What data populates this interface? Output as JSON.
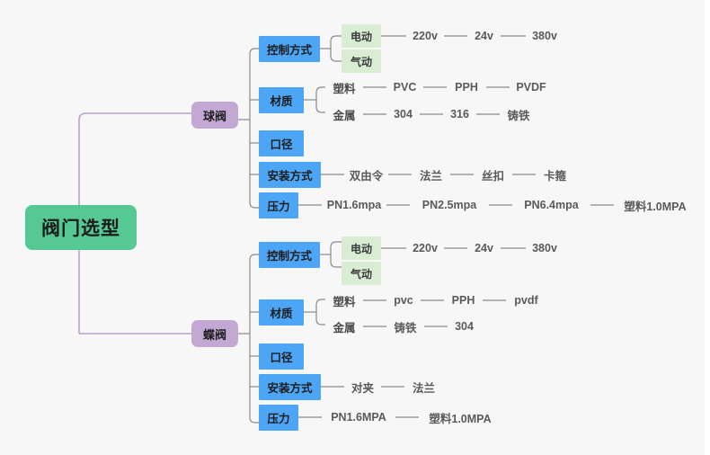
{
  "diagram": {
    "title": "阀门选型",
    "type": "mind-map",
    "colors": {
      "background": "#f7f7f7",
      "root": "#55c894",
      "branch": "#c3a8d4",
      "category": "#4da6f5",
      "leaf": "#d9ecd4",
      "wire": "#8a8a8a",
      "trunk": "#b9a0cc"
    },
    "root": {
      "label": "阀门选型"
    },
    "branches": [
      {
        "label": "球阀",
        "categories": [
          {
            "label": "控制方式",
            "leaves": [
              {
                "label": "电动",
                "values": [
                  "220v",
                  "24v",
                  "380v"
                ]
              },
              {
                "label": "气动",
                "values": []
              }
            ]
          },
          {
            "label": "材质",
            "leaves": [
              {
                "label": "塑料",
                "values": [
                  "PVC",
                  "PPH",
                  "PVDF"
                ]
              },
              {
                "label": "金属",
                "values": [
                  "304",
                  "316",
                  "铸铁"
                ]
              }
            ]
          },
          {
            "label": "口径",
            "leaves": []
          },
          {
            "label": "安装方式",
            "values": [
              "双由令",
              "法兰",
              "丝扣",
              "卡箍"
            ]
          },
          {
            "label": "压力",
            "values": [
              "PN1.6mpa",
              "PN2.5mpa",
              "PN6.4mpa",
              "塑料1.0MPA"
            ]
          }
        ]
      },
      {
        "label": "蝶阀",
        "categories": [
          {
            "label": "控制方式",
            "leaves": [
              {
                "label": "电动",
                "values": [
                  "220v",
                  "24v",
                  "380v"
                ]
              },
              {
                "label": "气动",
                "values": []
              }
            ]
          },
          {
            "label": "材质",
            "leaves": [
              {
                "label": "塑料",
                "values": [
                  "pvc",
                  "PPH",
                  "pvdf"
                ]
              },
              {
                "label": "金属",
                "values": [
                  "铸铁",
                  "304"
                ]
              }
            ]
          },
          {
            "label": "口径",
            "leaves": []
          },
          {
            "label": "安装方式",
            "values": [
              "对夹",
              "法兰"
            ]
          },
          {
            "label": "压力",
            "values": [
              "PN1.6MPA",
              "塑料1.0MPA"
            ]
          }
        ]
      }
    ]
  }
}
